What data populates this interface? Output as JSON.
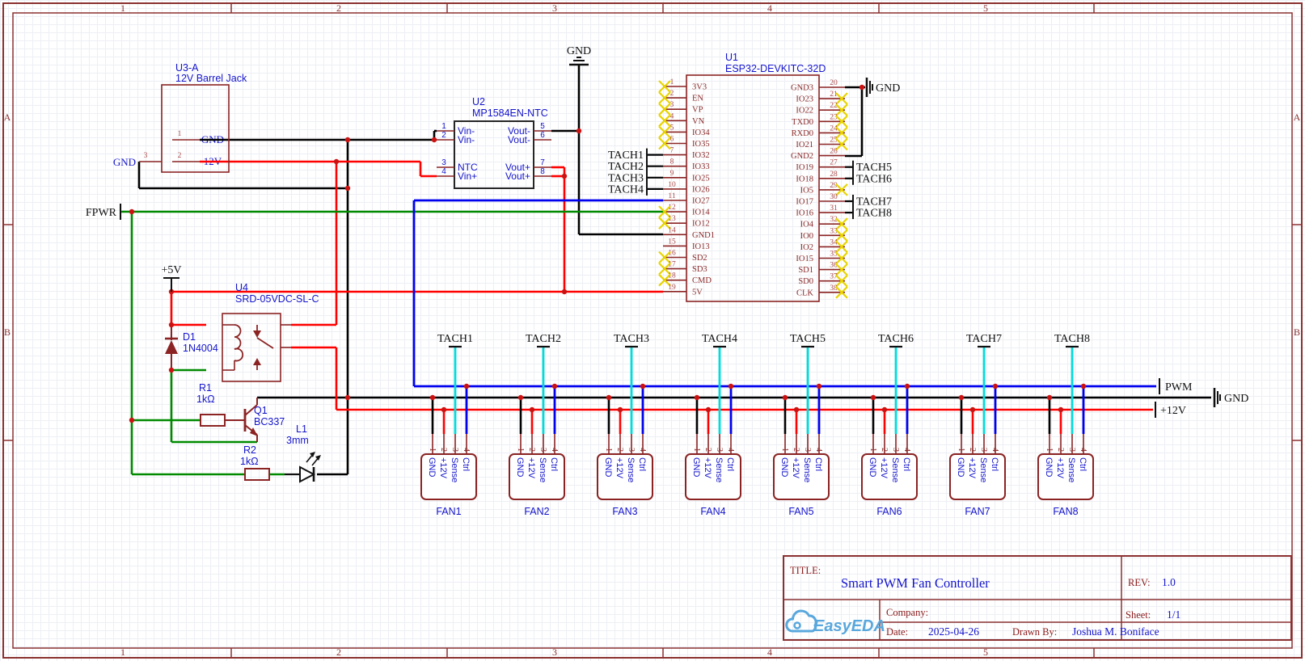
{
  "frame": {
    "cols": [
      "1",
      "2",
      "3",
      "4",
      "5"
    ],
    "rows": [
      "A",
      "B"
    ]
  },
  "colors": {
    "wire_black": "#000000",
    "wire_red": "#ff0000",
    "wire_green": "#008a00",
    "wire_blue": "#0000ee",
    "wire_cyan": "#00dcdc",
    "component": "#8b2323",
    "no_connect": "#e8d400",
    "junction": "#cc1111",
    "frame": "#8b3030",
    "label_blue": "#1414cc",
    "logo_blue": "#58a7dd"
  },
  "components": {
    "u1": {
      "ref": "U1",
      "value": "ESP32-DEVKITC-32D",
      "left_pins": [
        {
          "num": "1",
          "name": "3V3",
          "nc": true
        },
        {
          "num": "2",
          "name": "EN",
          "nc": true
        },
        {
          "num": "3",
          "name": "VP",
          "nc": true
        },
        {
          "num": "4",
          "name": "VN",
          "nc": true
        },
        {
          "num": "5",
          "name": "IO34",
          "nc": true
        },
        {
          "num": "6",
          "name": "IO35",
          "nc": true
        },
        {
          "num": "7",
          "name": "IO32",
          "flag": "TACH1"
        },
        {
          "num": "8",
          "name": "IO33",
          "flag": "TACH2"
        },
        {
          "num": "9",
          "name": "IO25",
          "flag": "TACH3"
        },
        {
          "num": "10",
          "name": "IO26",
          "flag": "TACH4"
        },
        {
          "num": "11",
          "name": "IO27"
        },
        {
          "num": "12",
          "name": "IO14",
          "nc": true
        },
        {
          "num": "13",
          "name": "IO12",
          "nc": true
        },
        {
          "num": "14",
          "name": "GND1"
        },
        {
          "num": "15",
          "name": "IO13"
        },
        {
          "num": "16",
          "name": "SD2",
          "nc": true
        },
        {
          "num": "17",
          "name": "SD3",
          "nc": true
        },
        {
          "num": "18",
          "name": "CMD",
          "nc": true
        },
        {
          "num": "19",
          "name": "5V"
        }
      ],
      "right_pins": [
        {
          "num": "20",
          "name": "GND3"
        },
        {
          "num": "21",
          "name": "IO23",
          "nc": true
        },
        {
          "num": "22",
          "name": "IO22",
          "nc": true
        },
        {
          "num": "23",
          "name": "TXD0",
          "nc": true
        },
        {
          "num": "24",
          "name": "RXD0",
          "nc": true
        },
        {
          "num": "25",
          "name": "IO21",
          "nc": true
        },
        {
          "num": "26",
          "name": "GND2"
        },
        {
          "num": "27",
          "name": "IO19",
          "flag": "TACH5"
        },
        {
          "num": "28",
          "name": "IO18",
          "flag": "TACH6"
        },
        {
          "num": "29",
          "name": "IO5",
          "nc": true
        },
        {
          "num": "30",
          "name": "IO17",
          "flag": "TACH7"
        },
        {
          "num": "31",
          "name": "IO16",
          "flag": "TACH8"
        },
        {
          "num": "32",
          "name": "IO4",
          "nc": true
        },
        {
          "num": "33",
          "name": "IO0",
          "nc": true
        },
        {
          "num": "34",
          "name": "IO2",
          "nc": true
        },
        {
          "num": "35",
          "name": "IO15",
          "nc": true
        },
        {
          "num": "36",
          "name": "SD1",
          "nc": true
        },
        {
          "num": "37",
          "name": "SD0",
          "nc": true
        },
        {
          "num": "38",
          "name": "CLK",
          "nc": true
        }
      ]
    },
    "u2": {
      "ref": "U2",
      "value": "MP1584EN-NTC",
      "left_pins": [
        {
          "num": "1",
          "name": "Vin-"
        },
        {
          "num": "2",
          "name": "Vin-"
        },
        {
          "num": "3",
          "name": "NTC"
        },
        {
          "num": "4",
          "name": "Vin+"
        }
      ],
      "right_pins": [
        {
          "num": "5",
          "name": "Vout-"
        },
        {
          "num": "6",
          "name": "Vout-"
        },
        {
          "num": "7",
          "name": "Vout+"
        },
        {
          "num": "8",
          "name": "Vout+"
        }
      ]
    },
    "u3": {
      "ref": "U3-A",
      "value": "12V Barrel Jack",
      "pins": [
        {
          "num": "1",
          "name": "GND"
        },
        {
          "num": "2",
          "name": "12V"
        },
        {
          "num": "3",
          "name": "GND"
        }
      ]
    },
    "u4": {
      "ref": "U4",
      "value": "SRD-05VDC-SL-C"
    },
    "d1": {
      "ref": "D1",
      "value": "1N4004"
    },
    "r1": {
      "ref": "R1",
      "value": "1kΩ"
    },
    "r2": {
      "ref": "R2",
      "value": "1kΩ"
    },
    "q1": {
      "ref": "Q1",
      "value": "BC337"
    },
    "l1": {
      "ref": "L1",
      "value": "3mm"
    }
  },
  "nets": {
    "fpwr": "FPWR",
    "pwm": "PWM",
    "p12v": "+12V",
    "p5v": "+5V",
    "gnd_top": "GND",
    "gnd_right": "GND",
    "gnd_esp": "GND",
    "gnd_left_label": "GND"
  },
  "tach": {
    "top": [
      "TACH1",
      "TACH2",
      "TACH3",
      "TACH4",
      "TACH5",
      "TACH6",
      "TACH7",
      "TACH8"
    ]
  },
  "fans": {
    "names": [
      "FAN1",
      "FAN2",
      "FAN3",
      "FAN4",
      "FAN5",
      "FAN6",
      "FAN7",
      "FAN8"
    ],
    "pin_numbers": [
      "1",
      "2",
      "3",
      "4"
    ],
    "pin_names": [
      "GND",
      "+12V",
      "Sense",
      "Ctrl"
    ]
  },
  "title_block": {
    "title_label": "TITLE:",
    "title": "Smart PWM Fan Controller",
    "rev_label": "REV:",
    "rev": "1.0",
    "company_label": "Company:",
    "sheet_label": "Sheet:",
    "sheet": "1/1",
    "date_label": "Date:",
    "date": "2025-04-26",
    "drawn_label": "Drawn By:",
    "drawn_by": "Joshua M. Boniface",
    "logo_text": "EasyEDA"
  }
}
